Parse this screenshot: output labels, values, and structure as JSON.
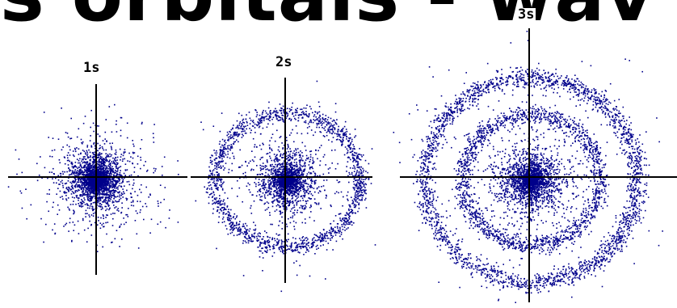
{
  "header": {
    "title_fragment": "s orbitals - wav"
  },
  "orbitals": [
    {
      "label": "1s",
      "rings": [],
      "core_density": 1.0
    },
    {
      "label": "2s",
      "rings": [
        1
      ],
      "core_density": 0.7
    },
    {
      "label": "3s",
      "rings": [
        1,
        2
      ],
      "core_density": 0.7
    }
  ],
  "colors": {
    "dots": "#00008b",
    "axes": "#000000",
    "background": "#ffffff"
  }
}
